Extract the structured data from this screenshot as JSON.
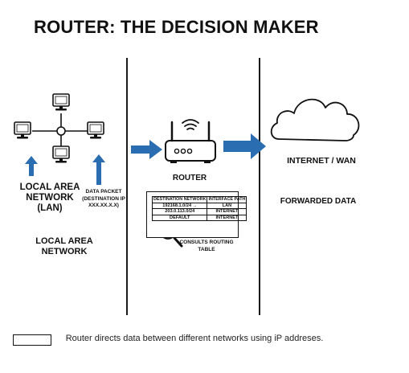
{
  "title": "ROUTER: THE DECISION MAKER",
  "lan": {
    "label": "LOCAL AREA NETWORK (LAN)",
    "packet_label": "DATA PACKET (DESTINATION IP XXX.XX.X.X)",
    "section_label": "LOCAL AREA NETWORK"
  },
  "router": {
    "label": "ROUTER",
    "consults_label": "CONSULTS ROUTING TABLE"
  },
  "routing_table": {
    "headers": [
      "DESTINATION NETWORK",
      "INTERFACE PATH"
    ],
    "rows": [
      [
        "192168.1.0/24 →",
        "LAN"
      ],
      [
        "203.0.113.0/24",
        "INTERNET"
      ],
      [
        "DEFAULT",
        "INTERNET"
      ]
    ]
  },
  "internet": {
    "label": "INTERNET / WAN",
    "forwarded_label": "FORWARDED DATA"
  },
  "legend": {
    "text": "Router directs data between different networks using iP addreses."
  },
  "colors": {
    "arrow_blue": "#2a6db0",
    "line": "#111111"
  },
  "icons": [
    "computer-icon",
    "router-icon",
    "wifi-icon",
    "cloud-icon",
    "magnifier-icon",
    "arrow-up-icon",
    "arrow-right-icon"
  ]
}
